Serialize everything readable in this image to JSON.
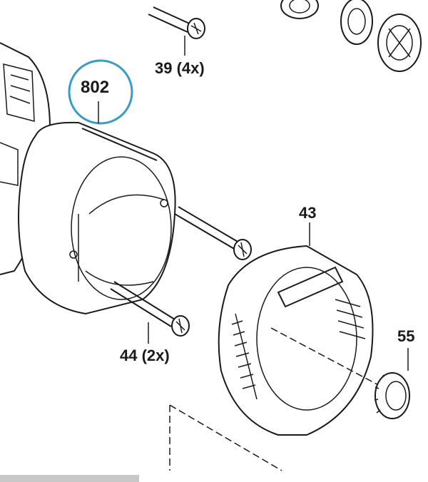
{
  "callouts": {
    "stator": {
      "text": "802",
      "highlight_color": "#3a9bc6"
    },
    "screws_top": {
      "text": "39 (4x)"
    },
    "screws_bottom": {
      "text": "44 (2x)"
    },
    "fan_baffle": {
      "text": "43"
    },
    "bearing": {
      "text": "55"
    }
  },
  "colors": {
    "ink": "#1a1a1a",
    "background": "#ffffff",
    "scrollbar": "#c8c8c8"
  }
}
